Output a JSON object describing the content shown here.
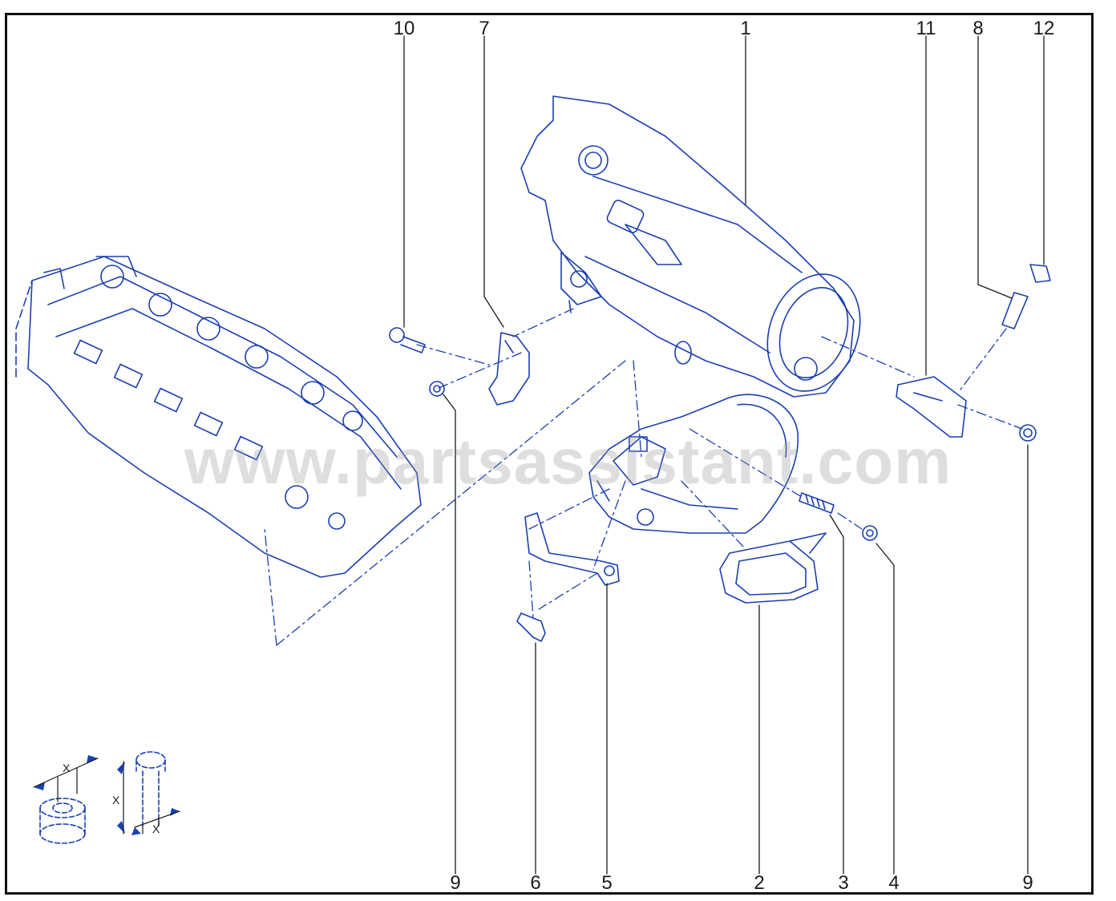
{
  "callouts": {
    "c1": "1",
    "c2": "2",
    "c3": "3",
    "c4": "4",
    "c5": "5",
    "c6": "6",
    "c7": "7",
    "c8": "8",
    "c9a": "9",
    "c9b": "9",
    "c10": "10",
    "c11": "11",
    "c12": "12"
  },
  "watermark": "www.partsassistant.com",
  "torque_legend": {
    "nut_dim": "X",
    "bolt_dim_1": "X",
    "bolt_dim_2": "X"
  },
  "colors": {
    "line_art": "#1a3fb0",
    "frame": "#111111",
    "callout_text": "#1a1a1a",
    "watermark": "#a0a0a0"
  }
}
